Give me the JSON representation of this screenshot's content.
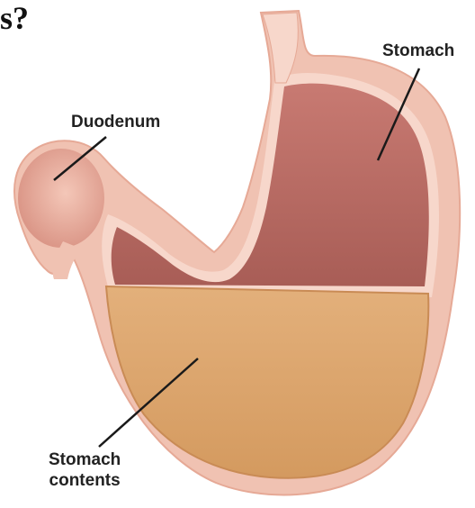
{
  "heading_fragment": "s?",
  "labels": {
    "stomach": "Stomach",
    "duodenum": "Duodenum",
    "contents_line1": "Stomach",
    "contents_line2": "contents"
  },
  "colors": {
    "wall_outer": "#f0c2b2",
    "wall_inner": "#f7d7cb",
    "cavity_top": "#c87a72",
    "cavity_bottom": "#a85d56",
    "contents_fill": "#dca56c",
    "contents_edge": "#c98b55",
    "duodenum": "#d99384",
    "leader_line": "#1a1a1a"
  }
}
